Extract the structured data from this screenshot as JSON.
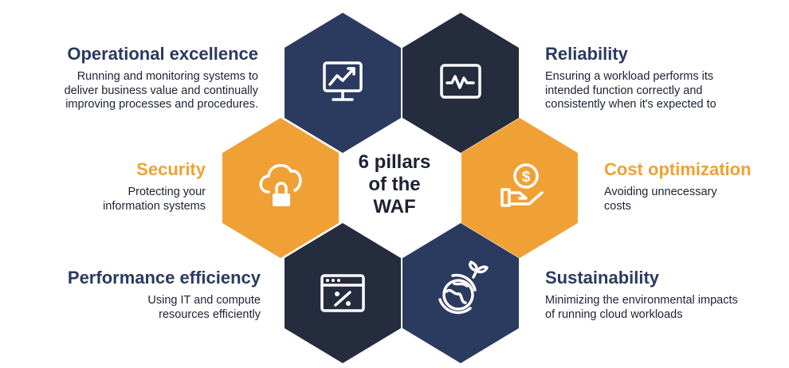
{
  "center": {
    "title": "6 pillars\nof the\nWAF"
  },
  "colors": {
    "navy": "#2b3a5f",
    "dark": "#252c3e",
    "orange": "#f0a136",
    "title_navy": "#2b3a5f",
    "title_orange": "#f0a136"
  },
  "pillars": [
    {
      "title": "Operational excellence",
      "description": "Running and monitoring systems to\ndeliver business value and continually\nimproving processes and procedures.",
      "icon": "monitor-chart-icon"
    },
    {
      "title": "Reliability",
      "description": "Ensuring a workload performs its\nintended function correctly and\nconsistently when it's expected to",
      "icon": "heartbeat-screen-icon"
    },
    {
      "title": "Security",
      "description": "Protecting your\ninformation systems",
      "icon": "cloud-lock-icon"
    },
    {
      "title": "Cost optimization",
      "description": "Avoiding unnecessary\ncosts",
      "icon": "money-hand-icon"
    },
    {
      "title": "Performance efficiency",
      "description": "Using IT and compute\nresources efficiently",
      "icon": "browser-percent-icon"
    },
    {
      "title": "Sustainability",
      "description": "Minimizing the environmental impacts\nof running cloud workloads",
      "icon": "globe-sprout-icon"
    }
  ]
}
